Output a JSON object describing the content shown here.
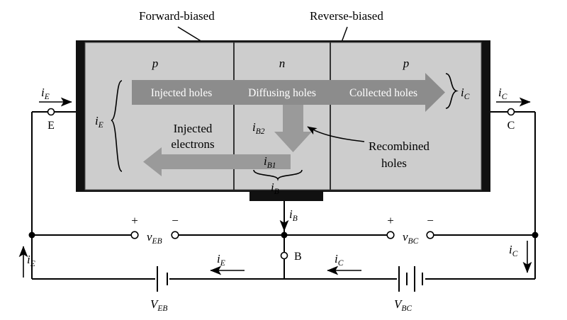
{
  "diagram": {
    "title_callouts": {
      "forward_biased": "Forward-biased",
      "reverse_biased": "Reverse-biased"
    },
    "device": {
      "regions": [
        {
          "key": "emitter",
          "label": "p"
        },
        {
          "key": "base",
          "label": "n"
        },
        {
          "key": "collector",
          "label": "p"
        }
      ],
      "carrier_flows": [
        {
          "key": "injected-holes",
          "label": "Injected holes"
        },
        {
          "key": "diffusing-holes",
          "label": "Diffusing holes"
        },
        {
          "key": "collected-holes",
          "label": "Collected holes"
        }
      ],
      "injected_electrons_line1": "Injected",
      "injected_electrons_line2": "electrons",
      "recombined_holes_line1": "Recombined",
      "recombined_holes_line2": "holes",
      "current_labels": {
        "ie_brace": "i",
        "ie_sub": "E",
        "ic_brace": "i",
        "ic_sub": "C",
        "ib1": "i",
        "ib1_sub": "B1",
        "ib2": "i",
        "ib2_sub": "B2",
        "ib_brace": "i",
        "ib_brace_sub": "B"
      }
    },
    "terminals": [
      {
        "key": "emitter-terminal",
        "label": "E"
      },
      {
        "key": "base-terminal",
        "label": "B"
      },
      {
        "key": "collector-terminal",
        "label": "C"
      }
    ],
    "external_currents": {
      "ie_top": "i",
      "ie_top_sub": "E",
      "ic_top": "i",
      "ic_top_sub": "C",
      "ib_lead": "i",
      "ib_lead_sub": "B",
      "ie_left": "i",
      "ie_left_sub": "E",
      "ie_bottom": "i",
      "ie_bottom_sub": "E",
      "ic_bottom": "i",
      "ic_bottom_sub": "C",
      "ic_right": "i",
      "ic_right_sub": "C"
    },
    "voltages": {
      "v_eb": "v",
      "v_eb_sub": "EB",
      "v_bc": "v",
      "v_bc_sub": "BC",
      "V_EB": "V",
      "V_EB_sub": "EB",
      "V_BC": "V",
      "V_BC_sub": "BC",
      "plus_sign": "+",
      "minus_sign": "−"
    },
    "colors": {
      "block_fill": "#cdcdcd",
      "contact_black": "#111111",
      "hole_arrow": "#8c8c8c",
      "electron_arrow": "#9a9a9a",
      "wire": "#000000",
      "background": "#ffffff"
    }
  }
}
